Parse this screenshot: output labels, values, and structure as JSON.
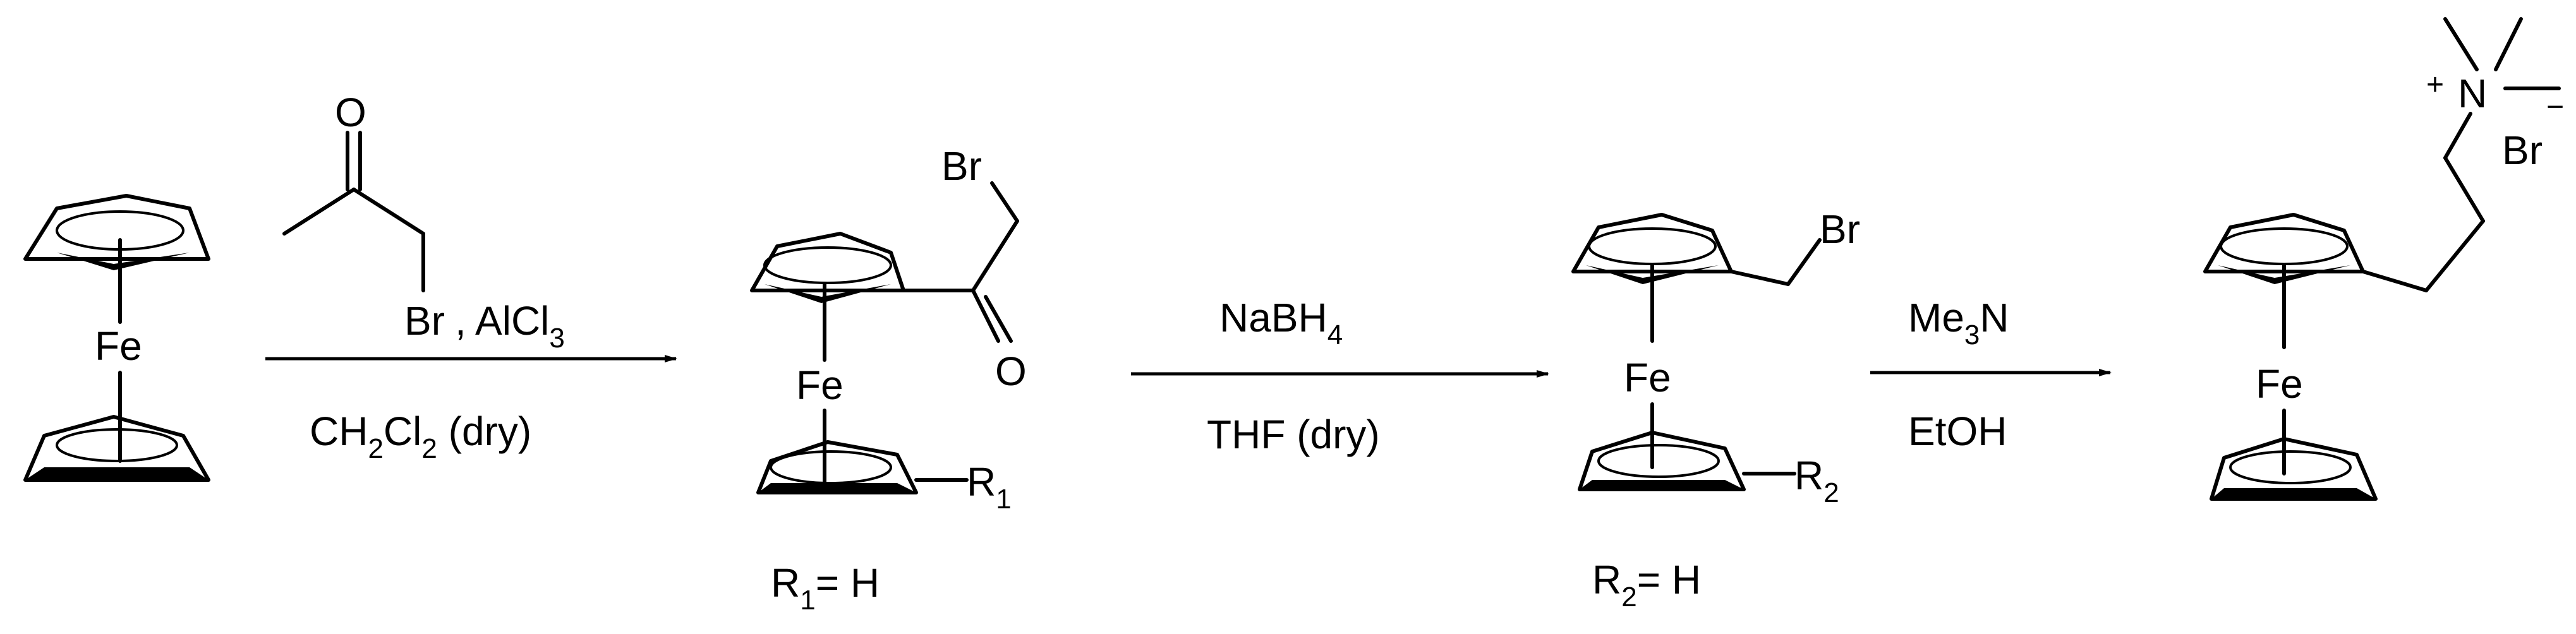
{
  "atoms": {
    "fe": "Fe",
    "br": "Br",
    "o": "O",
    "n": "N",
    "plus": "+",
    "minus": "−",
    "r": "R",
    "r1_sub": "1",
    "r2_sub": "2"
  },
  "step1": {
    "reagent_sep": ", AlCl",
    "reagent_sub": "3",
    "solvent_a": "CH",
    "solvent_sub1": "2",
    "solvent_b": "Cl",
    "solvent_sub2": "2",
    "solvent_c": " (dry)"
  },
  "step2": {
    "reagent_a": "NaBH",
    "reagent_sub": "4",
    "solvent": "THF (dry)"
  },
  "step3": {
    "reagent_a": "Me",
    "reagent_sub": "3",
    "reagent_b": "N",
    "solvent": "EtOH"
  },
  "notes": {
    "r1_eq": "= H",
    "r2_eq": "= H"
  }
}
